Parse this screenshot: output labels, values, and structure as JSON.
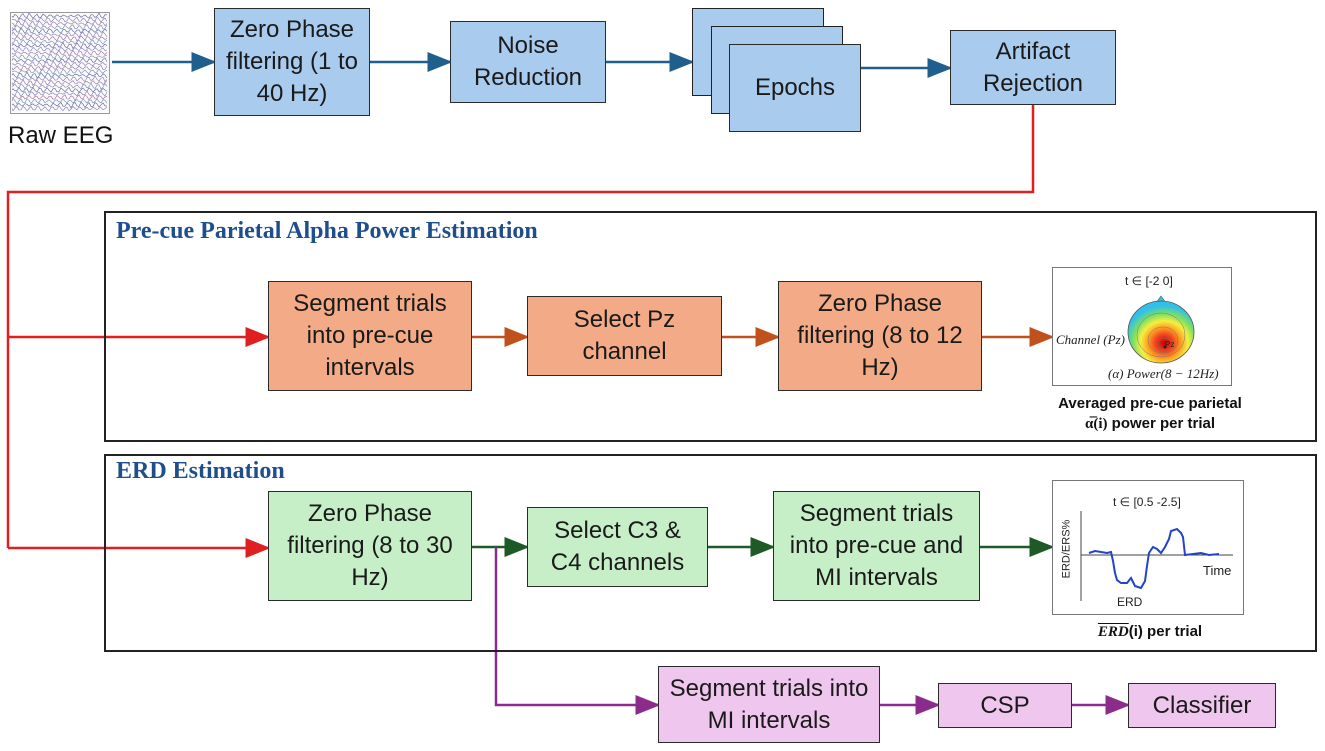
{
  "pipeline": {
    "raw_eeg": "Raw EEG",
    "zero_phase_1_40": "Zero Phase filtering (1 to 40 Hz)",
    "noise_reduction": "Noise Reduction",
    "epochs": "Epochs",
    "artifact_rejection": "Artifact Rejection"
  },
  "alpha_section": {
    "title": "Pre-cue Parietal Alpha Power Estimation",
    "segment": "Segment trials into pre-cue intervals",
    "select_pz": "Select Pz channel",
    "zero_phase_8_12": "Zero Phase filtering (8 to 12 Hz)",
    "inset": {
      "time": "t ∈ [-2 0]",
      "channel": "Channel (Pz)",
      "power": "(α) Power(8 − 12Hz)",
      "electrode": "Pz"
    },
    "caption_line1": "Averaged pre-cue parietal",
    "caption_symbol": "α̅(i)",
    "caption_rest": " power per trial"
  },
  "erd_section": {
    "title": "ERD Estimation",
    "zero_phase_8_30": "Zero Phase filtering (8 to 30 Hz)",
    "select_c3c4": "Select C3 & C4 channels",
    "segment": "Segment trials into pre-cue and MI intervals",
    "inset": {
      "time": "t ∈   [0.5 -2.5]",
      "ylabel": "ERD/ERS%",
      "xlabel": "Time",
      "erd_label": "ERD"
    },
    "caption_symbol": "ERD",
    "caption_rest": "(i) per trial"
  },
  "classification": {
    "segment_mi": "Segment trials into MI intervals",
    "csp": "CSP",
    "classifier": "Classifier"
  },
  "colors": {
    "blue_box": "#a9cbee",
    "orange_box": "#f2ab86",
    "green_box": "#c6efc7",
    "pink_box": "#efc6ee",
    "section_title": "#1f4e8c",
    "arrow_blue": "#1f5f8b",
    "arrow_red": "#e02020",
    "arrow_orange": "#c0501c",
    "arrow_green": "#1e5a28",
    "arrow_purple": "#8b2b8b"
  }
}
